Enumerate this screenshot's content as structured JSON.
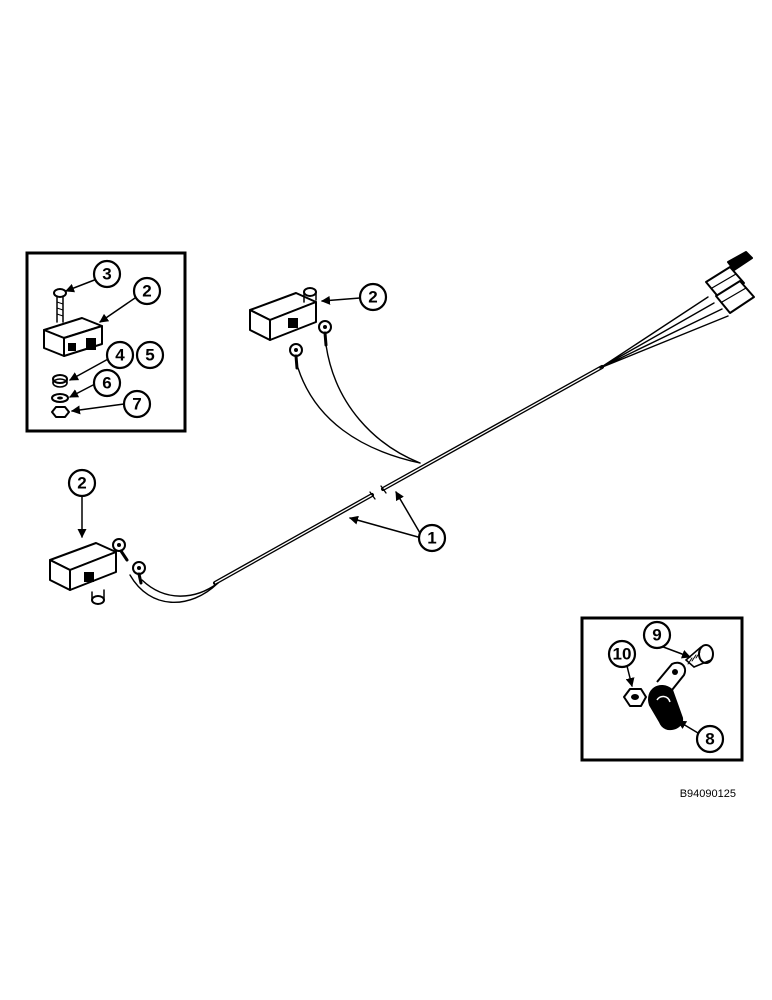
{
  "figure_code": "B94090125",
  "callouts": {
    "main_harness": "1",
    "switch": "2",
    "bolt": "3",
    "spacer_a": "4",
    "spacer_b": "5",
    "washer": "6",
    "nut": "7",
    "clamp": "8",
    "screw": "9",
    "clamp_nut": "10"
  }
}
